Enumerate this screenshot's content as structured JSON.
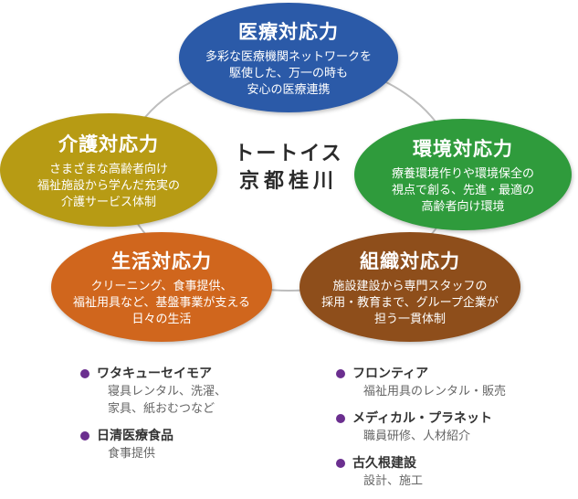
{
  "colors": {
    "medical": "#2b5aa8",
    "environment": "#2f9b3c",
    "organization": "#8e4e1b",
    "life": "#d0661d",
    "care": "#b79b14",
    "ring": "#bdbdbd",
    "bullet": "#6b2f8f"
  },
  "center": {
    "line1": "トートイス",
    "line2": "京都桂川"
  },
  "nodes": {
    "medical": {
      "title": "医療対応力",
      "lines": [
        "多彩な医療機関ネットワークを",
        "駆使した、万一の時も",
        "安心の医療連携"
      ]
    },
    "environment": {
      "title": "環境対応力",
      "lines": [
        "療養環境作りや環境保全の",
        "視点で創る、先進・最適の",
        "高齢者向け環境"
      ]
    },
    "organization": {
      "title": "組織対応力",
      "lines": [
        "施設建設から専門スタッフの",
        "採用・教育まで、グループ企業が",
        "担う一貫体制"
      ]
    },
    "life": {
      "title": "生活対応力",
      "lines": [
        "クリーニング、食事提供、",
        "福祉用具など、基盤事業が支える",
        "日々の生活"
      ]
    },
    "care": {
      "title": "介護対応力",
      "lines": [
        "さまざまな高齢者向け",
        "福祉施設から学んだ充実の",
        "介護サービス体制"
      ]
    }
  },
  "companies_left": [
    {
      "name": "ワタキューセイモア",
      "desc": [
        "寝具レンタル、洗濯、",
        "家具、紙おむつなど"
      ]
    },
    {
      "name": "日清医療食品",
      "desc": [
        "食事提供"
      ]
    }
  ],
  "companies_right": [
    {
      "name": "フロンティア",
      "desc": [
        "福祉用具のレンタル・販売"
      ]
    },
    {
      "name": "メディカル・プラネット",
      "desc": [
        "職員研修、人材紹介"
      ]
    },
    {
      "name": "古久根建設",
      "desc": [
        "設計、施工"
      ]
    }
  ]
}
